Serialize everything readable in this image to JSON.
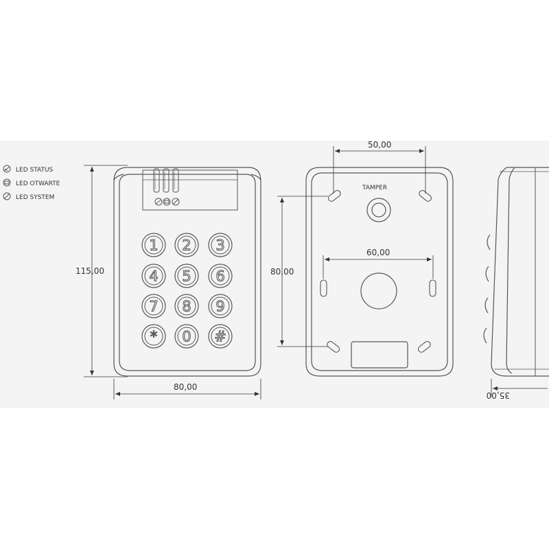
{
  "legend": [
    {
      "icon": "led-status-icon",
      "label": "LED STATUS"
    },
    {
      "icon": "led-otwarte-icon",
      "label": "LED OTWARTE"
    },
    {
      "icon": "led-system-icon",
      "label": "LED SYSTEM"
    }
  ],
  "dimensions": {
    "front_height": "115,00",
    "front_width": "80,00",
    "back_top_spacing": "50,00",
    "back_middle_spacing": "60,00",
    "back_vertical_spacing": "80,00",
    "side_depth": "35,00"
  },
  "back_label": "TAMPER",
  "keypad": [
    "1",
    "2",
    "3",
    "4",
    "5",
    "6",
    "7",
    "8",
    "9",
    "*",
    "0",
    "#"
  ],
  "colors": {
    "line": "#555555",
    "dim": "#333333",
    "background": "#f4f4f4"
  }
}
